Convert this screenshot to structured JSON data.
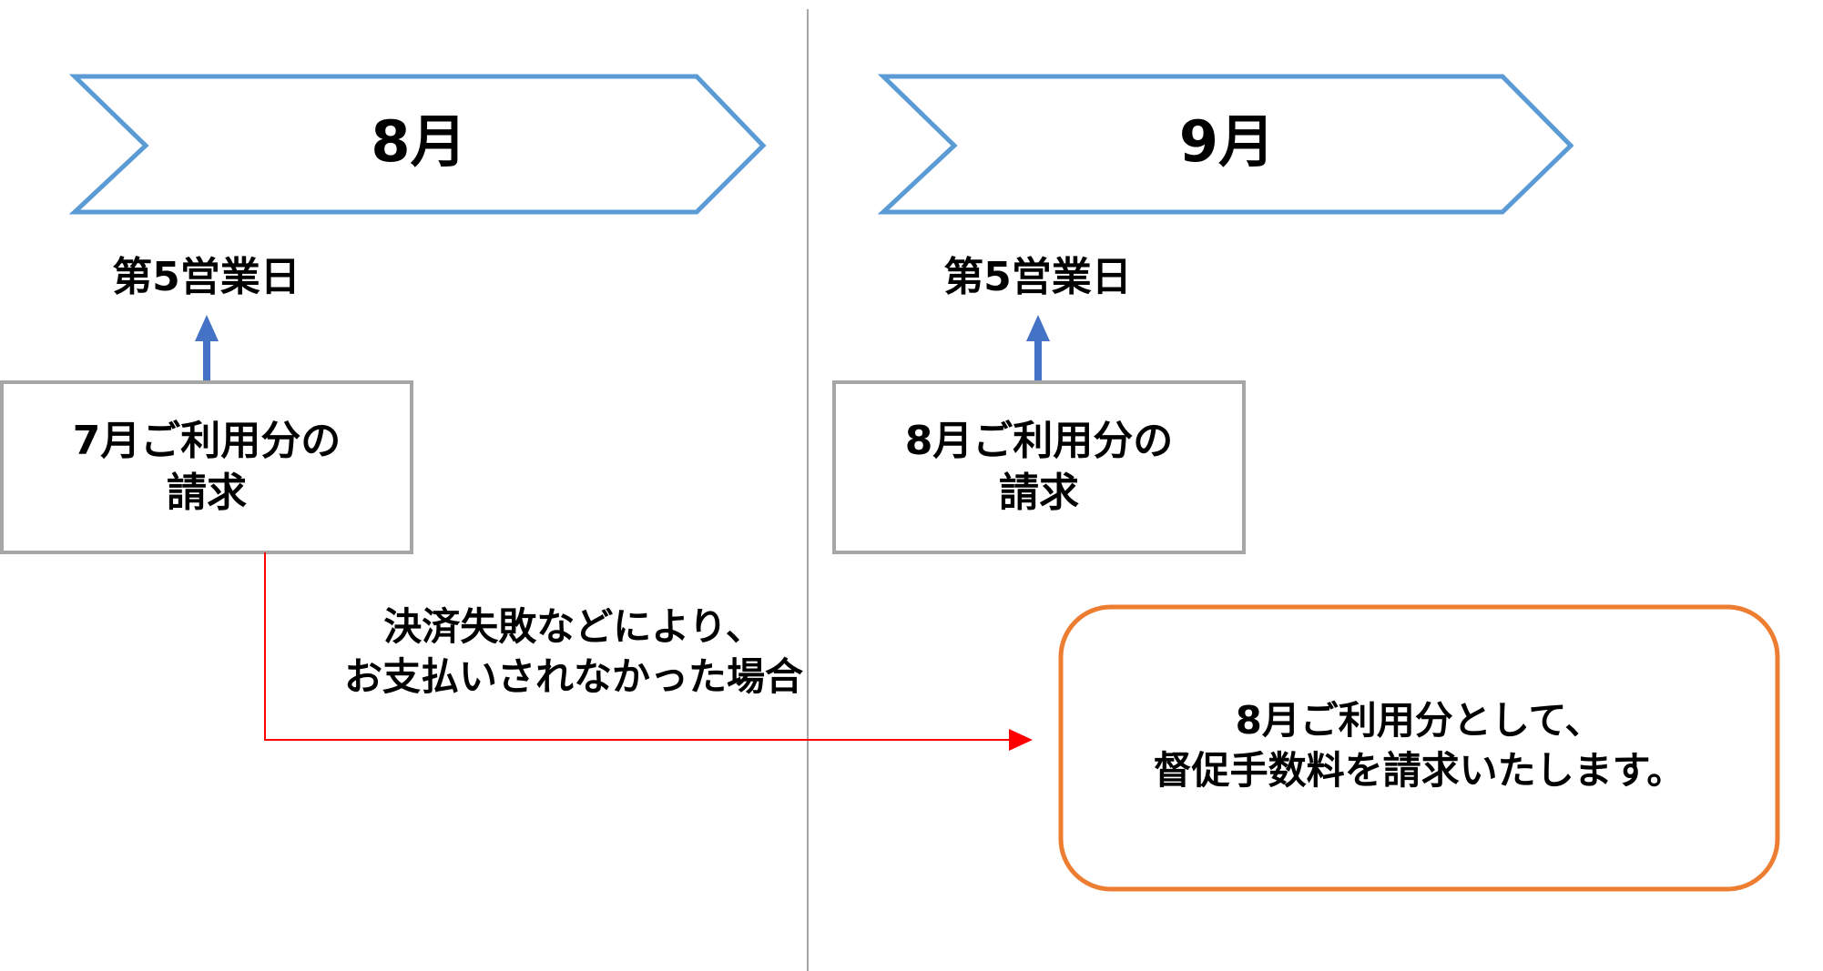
{
  "colors": {
    "chevron_stroke": "#5b9bd5",
    "up_arrow": "#4472c4",
    "box_stroke": "#a6a6a6",
    "divider": "#a6a6a6",
    "flow_arrow": "#ff0000",
    "result_stroke": "#ed7d31"
  },
  "months": [
    {
      "month_label": "8月",
      "day_label": "第5営業日",
      "billing_lines": [
        "7月ご利用分の",
        "請求"
      ]
    },
    {
      "month_label": "9月",
      "day_label": "第5営業日",
      "billing_lines": [
        "8月ご利用分の",
        "請求"
      ]
    }
  ],
  "flow": {
    "condition_lines": [
      "決済失敗などにより、",
      "お支払いされなかった場合"
    ],
    "result_lines": [
      "8月ご利用分として、",
      "督促手数料を請求いたします。"
    ]
  }
}
